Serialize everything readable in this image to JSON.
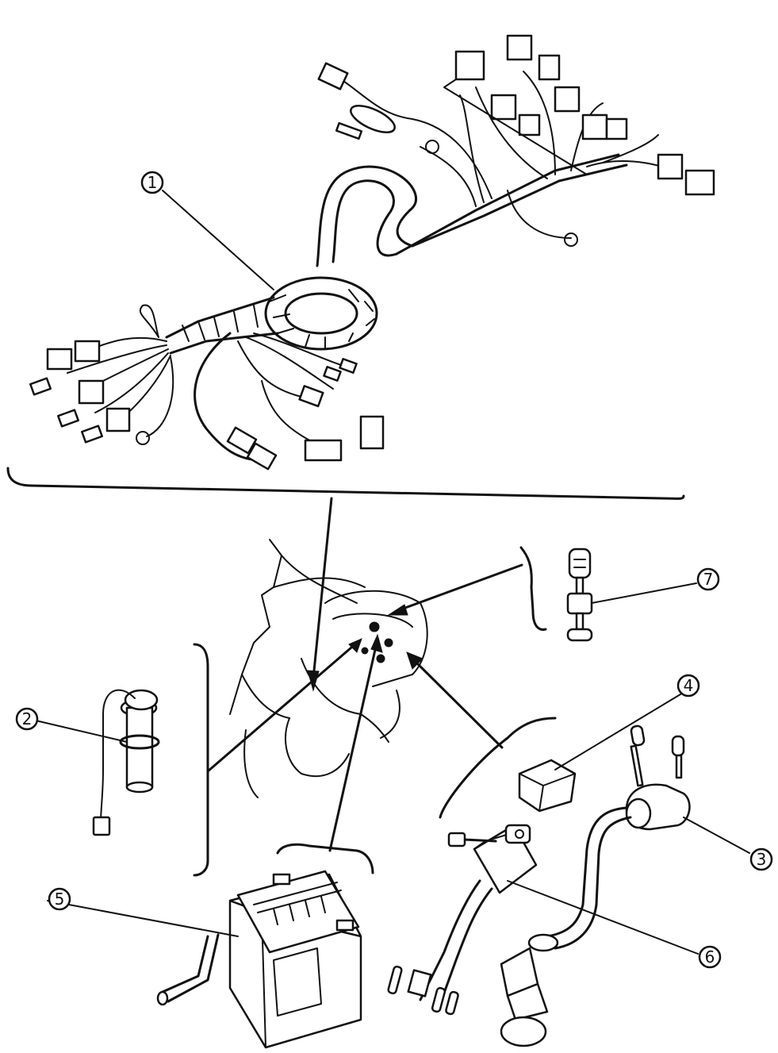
{
  "callouts": [
    {
      "id": "1",
      "label": "1"
    },
    {
      "id": "2",
      "label": "2"
    },
    {
      "id": "3",
      "label": "3"
    },
    {
      "id": "4",
      "label": "4"
    },
    {
      "id": "5",
      "label": "5"
    },
    {
      "id": "6",
      "label": "6"
    },
    {
      "id": "7",
      "label": "7"
    }
  ]
}
